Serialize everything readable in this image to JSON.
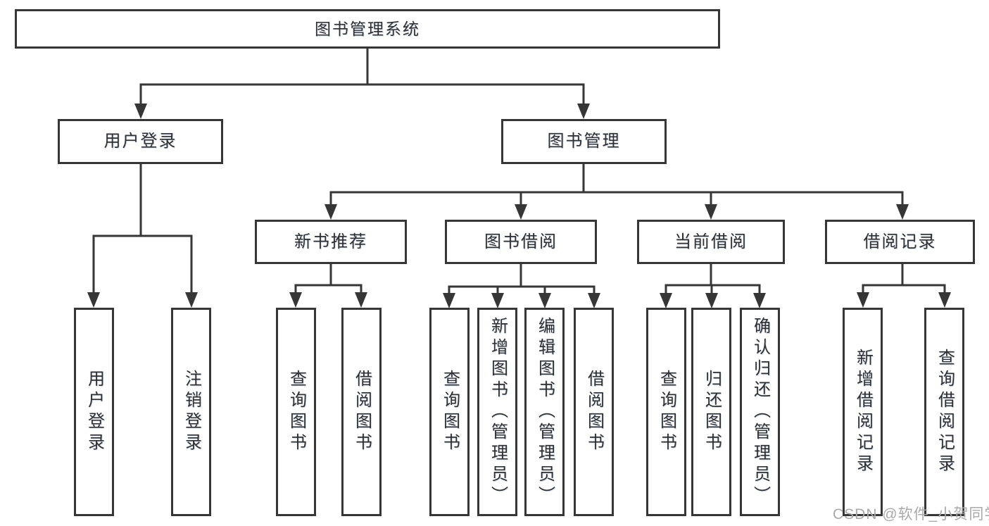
{
  "diagram_title": "图书管理系统",
  "nodes": {
    "root": "图书管理系统",
    "l2": [
      "用户登录",
      "图书管理"
    ],
    "l3": [
      "新书推荐",
      "图书借阅",
      "当前借阅",
      "借阅记录"
    ],
    "leaves": [
      "用户登录",
      "注销登录",
      "查询图书",
      "借阅图书",
      "查询图书",
      "新增图书（管理员）",
      "编辑图书（管理员）",
      "借阅图书",
      "查询图书",
      "归还图书",
      "确认归还（管理员）",
      "新增借阅记录",
      "查询借阅记录"
    ]
  },
  "hierarchy": {
    "图书管理系统": [
      "用户登录",
      "图书管理"
    ],
    "用户登录": [
      "用户登录",
      "注销登录"
    ],
    "图书管理": [
      "新书推荐",
      "图书借阅",
      "当前借阅",
      "借阅记录"
    ],
    "新书推荐": [
      "查询图书",
      "借阅图书"
    ],
    "图书借阅": [
      "查询图书",
      "新增图书（管理员）",
      "编辑图书（管理员）",
      "借阅图书"
    ],
    "当前借阅": [
      "查询图书",
      "归还图书",
      "确认归还（管理员）"
    ],
    "借阅记录": [
      "新增借阅记录",
      "查询借阅记录"
    ]
  },
  "watermark": "CSDN @软件_小贺同学",
  "colors": {
    "line": "#363636",
    "box_border": "#363636",
    "text": "#2f2f2f",
    "watermark": "#a9a9a9",
    "background": "#ffffff"
  }
}
